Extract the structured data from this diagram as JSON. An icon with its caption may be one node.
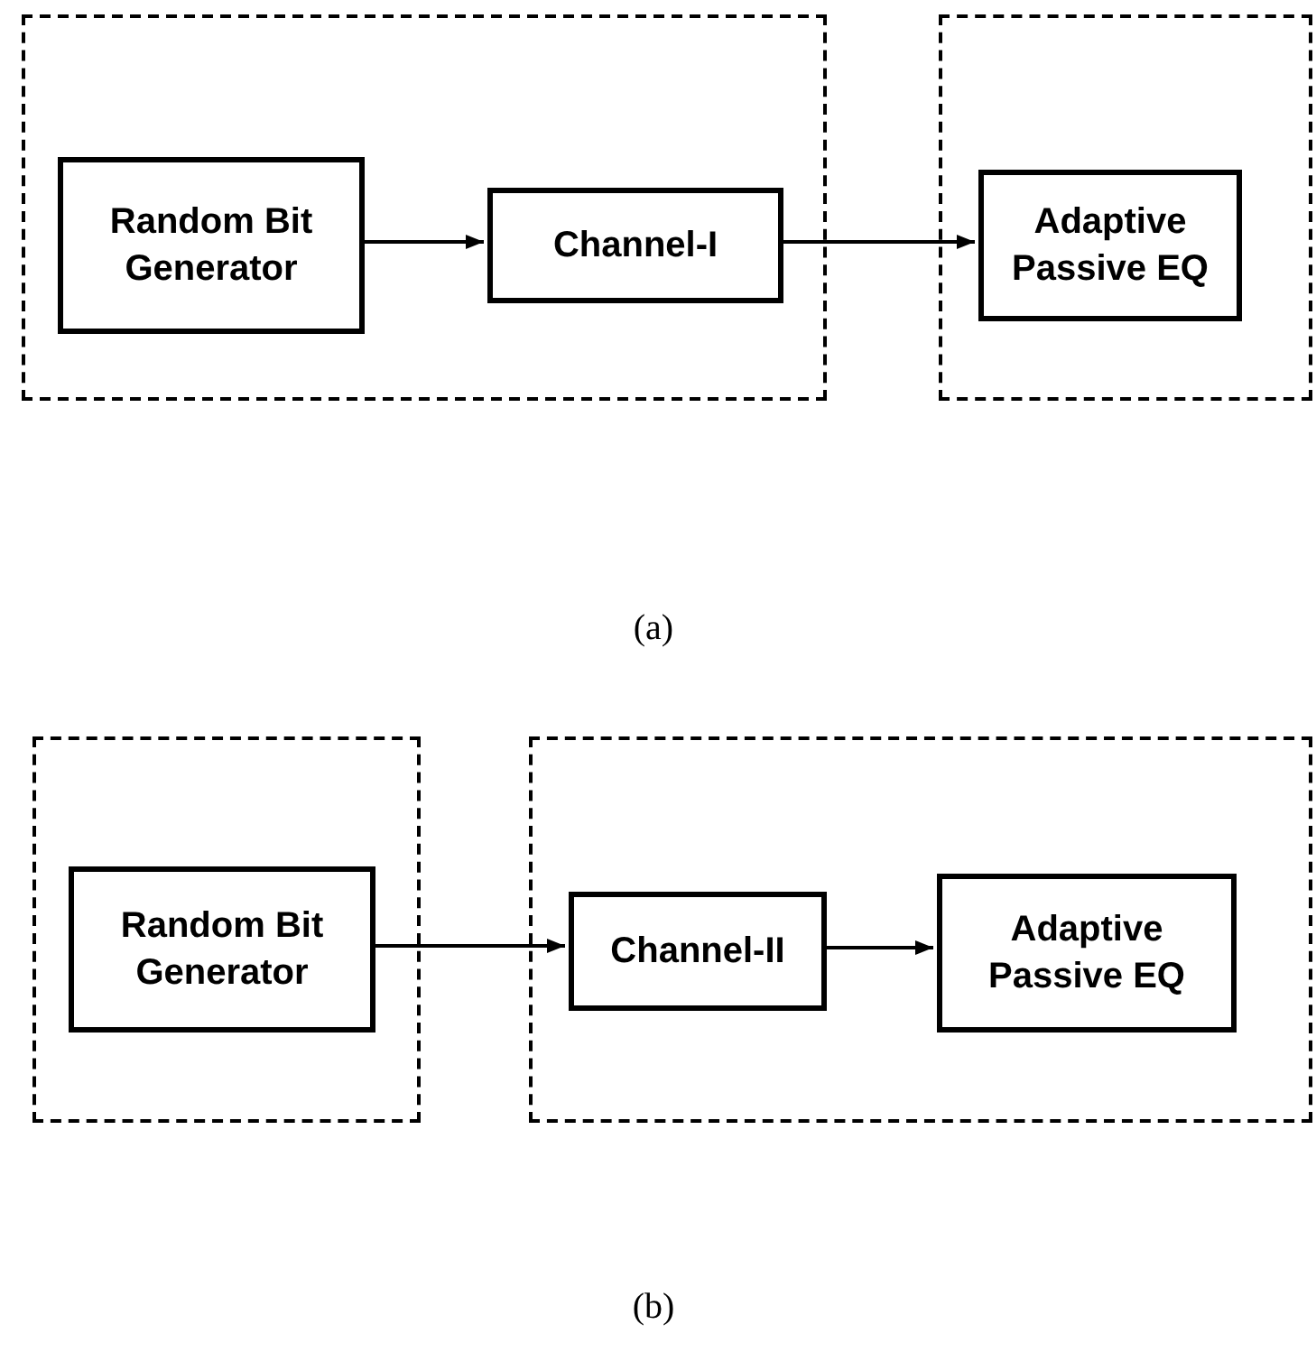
{
  "diagram": {
    "nodes": [
      {
        "text": [],
        "shape": "box"
      },
      {
        "text": [
          "Random Bit Generator"
        ],
        "in": 0
      },
      {
        "text": [
          "Channel-I"
        ],
        "in": 0
      },
      {
        "text": [],
        "shape": "box"
      },
      {
        "text": [
          "Adaptive Passive EQ"
        ],
        "in": 3
      },
      {
        "text": [],
        "shape": "box"
      },
      {
        "text": [
          "Random Bit Generator"
        ],
        "in": 5
      },
      {
        "text": [],
        "shape": "box"
      },
      {
        "text": [
          "Channel-II"
        ],
        "in": 7
      },
      {
        "text": [
          "Adaptive Passive EQ"
        ],
        "in": 7
      }
    ],
    "edges": [
      {
        "from": 1,
        "to": 2,
        "arrow": "to"
      },
      {
        "from": 2,
        "to": 4,
        "arrow": "to"
      },
      {
        "from": 6,
        "to": 8,
        "arrow": "to"
      },
      {
        "from": 8,
        "to": 9,
        "arrow": "to"
      }
    ],
    "labels": [
      "(a)",
      "(b)"
    ]
  }
}
